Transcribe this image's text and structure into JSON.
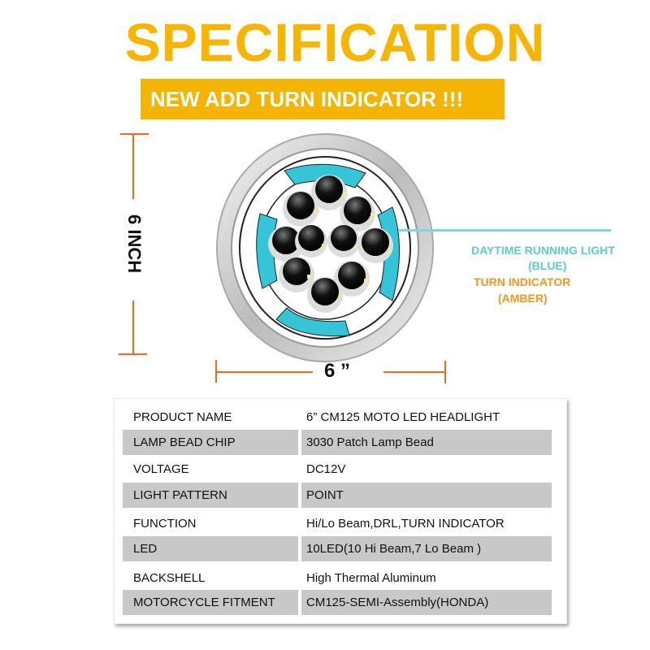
{
  "title": "SPECIFICATION",
  "banner": "NEW ADD TURN INDICATOR !!!",
  "dimensions": {
    "height": "6 INCH",
    "width": "6 ”"
  },
  "callouts": {
    "drl": "DAYTIME RUNNING LIGHT",
    "drl_color": "(BLUE)",
    "turn": "TURN INDICATOR",
    "turn_color": "(AMBER)"
  },
  "colors": {
    "title": "#f7b500",
    "drl": "#5ccbd6",
    "turn": "#f7941d",
    "dim": "#f26b1d"
  },
  "specs": [
    {
      "label": "PRODUCT NAME",
      "value": "6” CM125 MOTO LED HEADLIGHT"
    },
    {
      "label": "LAMP BEAD CHIP",
      "value": "3030 Patch Lamp Bead"
    },
    {
      "label": "VOLTAGE",
      "value": "DC12V"
    },
    {
      "label": "LIGHT PATTERN",
      "value": "POINT"
    },
    {
      "label": "FUNCTION",
      "value": "Hi/Lo Beam,DRL,TURN INDICATOR"
    },
    {
      "label": "LED",
      "value": "10LED(10 Hi Beam,7 Lo Beam )"
    },
    {
      "label": "BACKSHELL",
      "value": "High Thermal Aluminum"
    },
    {
      "label": "MOTORCYCLE FITMENT",
      "value": "CM125-SEMI-Assembly(HONDA)"
    }
  ]
}
